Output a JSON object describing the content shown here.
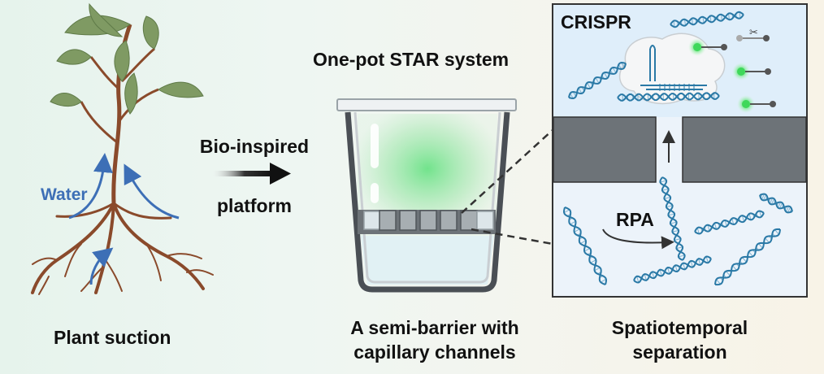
{
  "plant": {
    "water_label": "Water",
    "caption": "Plant suction"
  },
  "arrow": {
    "line1": "Bio-inspired",
    "line2": "platform"
  },
  "cup": {
    "title": "One-pot STAR system",
    "caption_line1": "A semi-barrier with",
    "caption_line2": "capillary channels"
  },
  "panel": {
    "top_label": "CRISPR",
    "bottom_label": "RPA",
    "caption_line1": "Spatiotemporal",
    "caption_line2": "separation"
  },
  "colors": {
    "water_blue": "#3d6fb6",
    "root_brown": "#8a4a2b",
    "leaf_green": "#7f9a63",
    "glow_green": "#4fe06a",
    "dna_blue": "#2a79a6",
    "panel_top": "#dfeefa",
    "panel_bottom": "#ecf3fa"
  }
}
